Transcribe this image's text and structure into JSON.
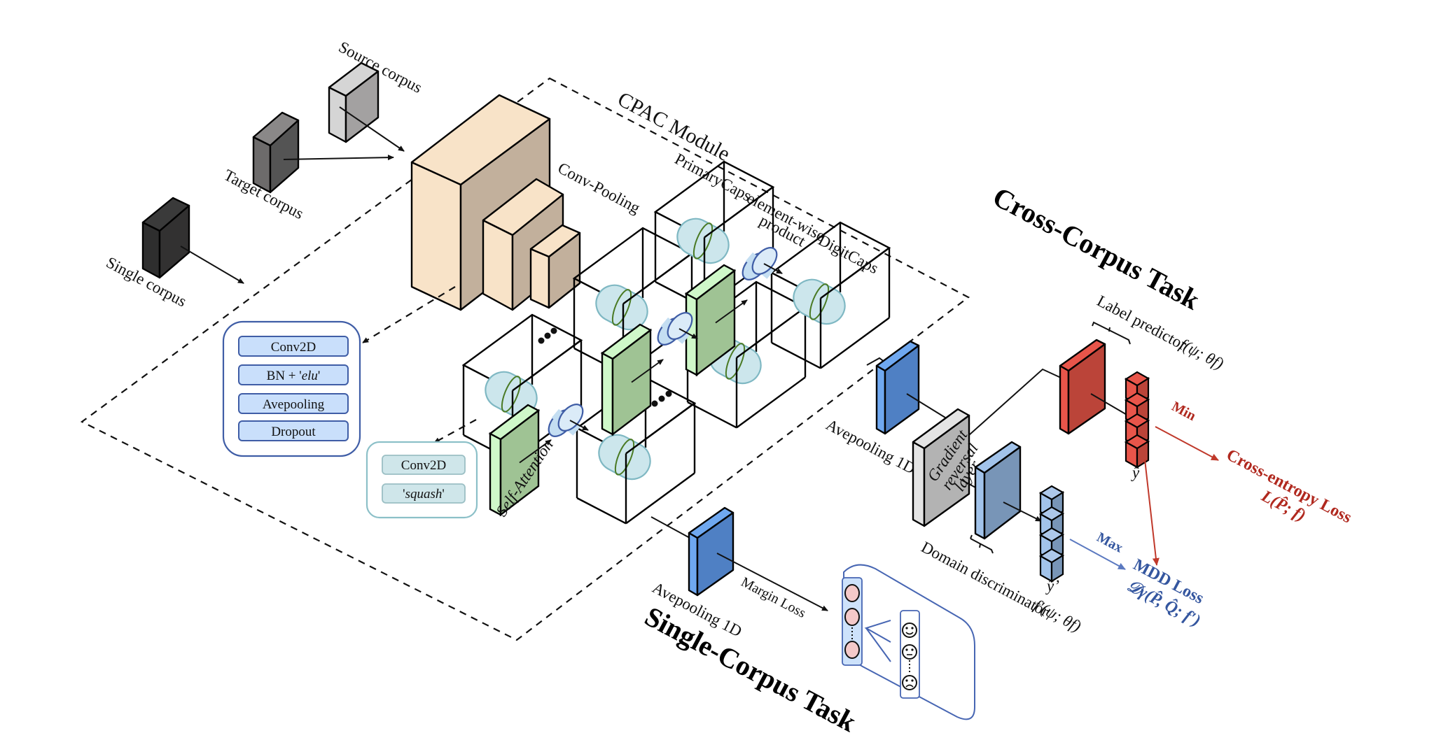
{
  "inputs": {
    "source": "Source corpus",
    "target": "Target corpus",
    "single": "Single corpus"
  },
  "module": {
    "title": "CPAC Module",
    "conv_pooling": "Conv-Pooling",
    "primary_caps": "PrimaryCaps",
    "elementwise_1": "element-wise",
    "elementwise_2": "product",
    "digit_caps": "DigitCaps",
    "self_attention": "Self-Attention",
    "ellipsis": "..."
  },
  "conv_box": {
    "items": [
      "Conv2D",
      "BN + '",
      "elu",
      "'",
      "Avepooling",
      "Dropout"
    ]
  },
  "caps_box": {
    "items": [
      "Conv2D",
      "'",
      "squash",
      "'"
    ]
  },
  "cross_corpus": {
    "title": "Cross-Corpus Task",
    "avepooling": "Avepooling 1D",
    "grl_1": "Gradient",
    "grl_2": "reversal",
    "grl_3": "layer",
    "label_predictor": "Label predictor",
    "label_predictor_fn": "f(ψ; θf)",
    "domain_discriminator": "Domain discriminator",
    "domain_discriminator_fn": "f′(ψ; θf)",
    "y_hat": "ŷ",
    "y_hat_prime": "ŷ’",
    "min": "Min",
    "max": "Max",
    "ce_loss": "Cross-entropy Loss",
    "ce_loss_formula": "L(P̂; f)",
    "mdd_loss": "MDD Loss",
    "mdd_loss_formula": "𝒟γ(P̂, Q̂; f′)"
  },
  "single_corpus": {
    "title": "Single-Corpus Task",
    "avepooling": "Avepooling 1D",
    "margin_loss": "Margin Loss"
  },
  "colors": {
    "tan_front": "#f8e3c8",
    "tan_side": "#c2b09c",
    "green_front": "#cff8c9",
    "green_side": "#9fc394",
    "capsule": "#cce6ec",
    "capsule_stroke": "#7fb8c3",
    "blue_dark": "#4f80c4",
    "blue_light": "#6fa8f0",
    "red_front": "#e8554a",
    "red_side": "#bb4439",
    "grey_front": "#e4e4e4",
    "grey_side": "#b3b3b3",
    "ce_red": "#b0281e",
    "mdd_blue": "#34569f"
  }
}
